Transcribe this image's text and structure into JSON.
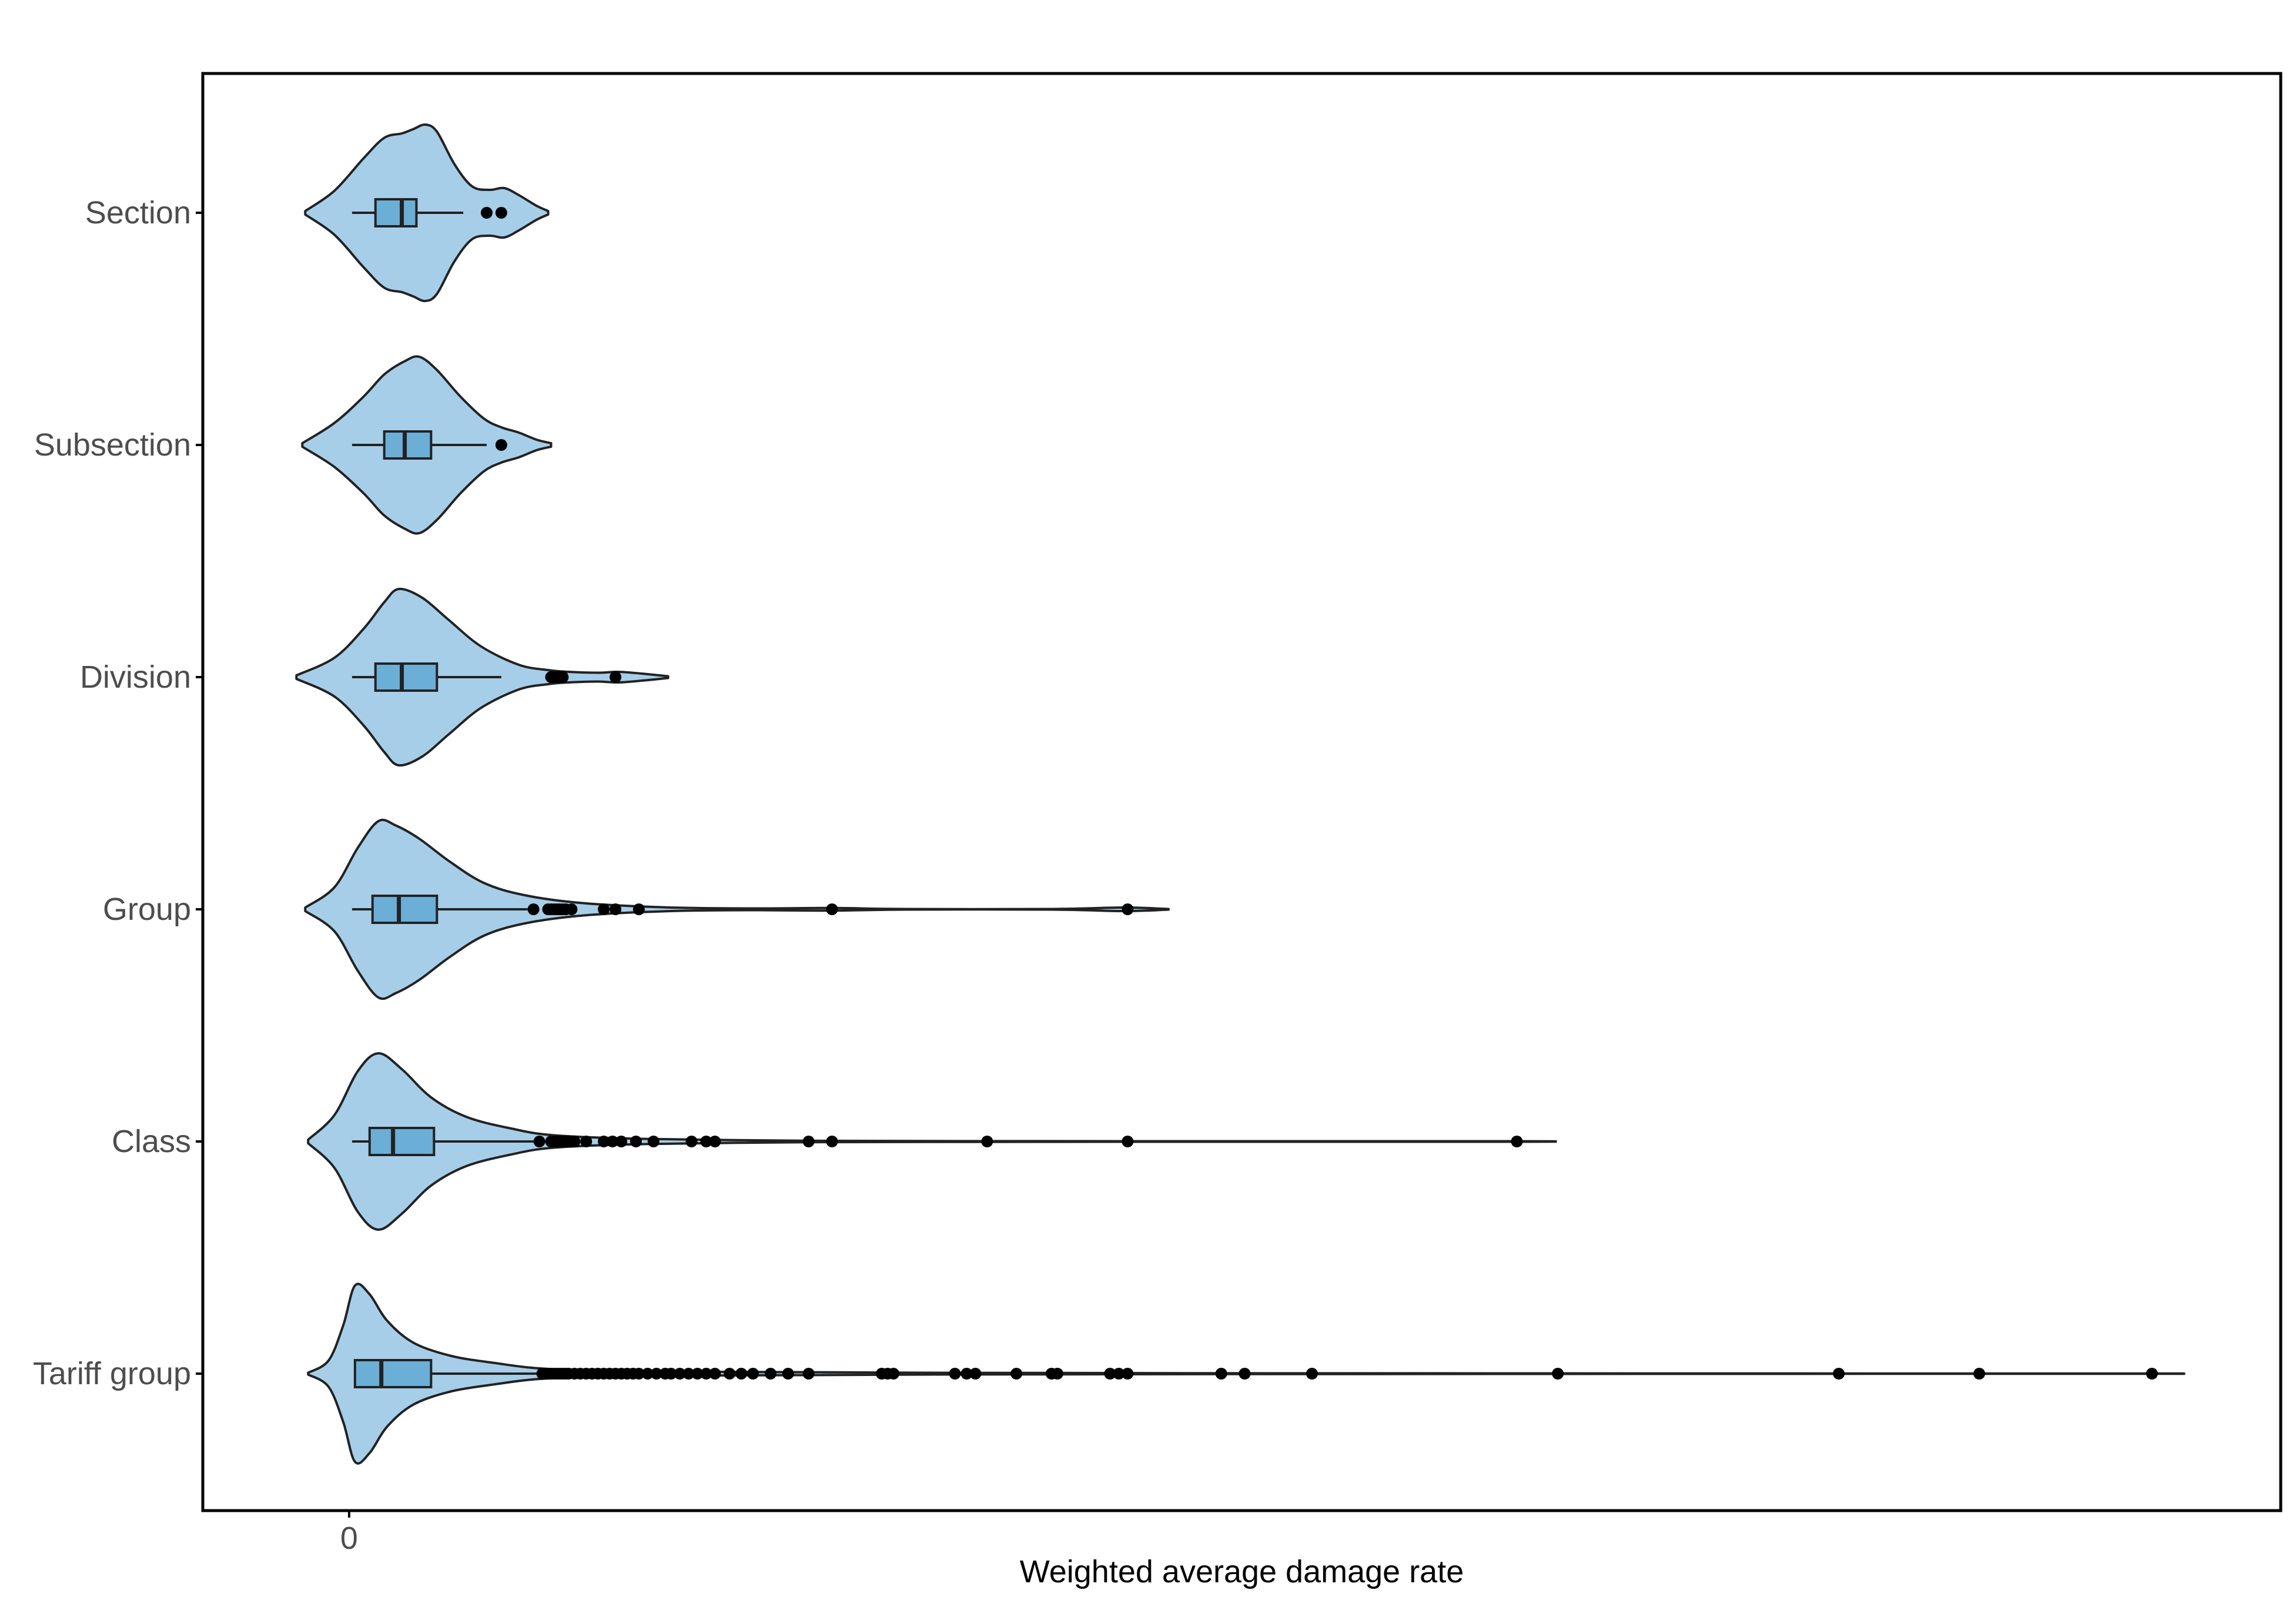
{
  "chart_data": {
    "type": "violin",
    "title": "",
    "xlabel": "Weighted average damage rate",
    "ylabel": "",
    "xlim": [
      -0.05,
      0.66
    ],
    "x_ticks": [
      {
        "value": 0,
        "label": "0"
      }
    ],
    "grid": false,
    "legend": "none",
    "colors": {
      "violin_fill": "#a6cee8",
      "box_fill": "#6baed6",
      "outline": "#222222",
      "point": "#000000",
      "frame": "#000000"
    },
    "categories": [
      "Section",
      "Subsection",
      "Division",
      "Group",
      "Class",
      "Tariff group"
    ],
    "series": [
      {
        "category": "Section",
        "whisker_min": 0.001,
        "q1": 0.009,
        "median": 0.018,
        "q3": 0.023,
        "whisker_max": 0.039,
        "range": [
          -0.015,
          0.068
        ],
        "density": [
          [
            -0.015,
            0.02
          ],
          [
            -0.005,
            0.25
          ],
          [
            0.005,
            0.62
          ],
          [
            0.012,
            0.85
          ],
          [
            0.018,
            0.9
          ],
          [
            0.022,
            0.95
          ],
          [
            0.026,
            1.0
          ],
          [
            0.03,
            0.92
          ],
          [
            0.036,
            0.55
          ],
          [
            0.042,
            0.3
          ],
          [
            0.048,
            0.26
          ],
          [
            0.053,
            0.28
          ],
          [
            0.058,
            0.2
          ],
          [
            0.064,
            0.08
          ],
          [
            0.068,
            0.02
          ]
        ],
        "outliers": [
          0.047,
          0.052
        ]
      },
      {
        "category": "Subsection",
        "whisker_min": 0.001,
        "q1": 0.012,
        "median": 0.019,
        "q3": 0.028,
        "whisker_max": 0.047,
        "range": [
          -0.016,
          0.069
        ],
        "density": [
          [
            -0.016,
            0.02
          ],
          [
            -0.005,
            0.25
          ],
          [
            0.005,
            0.55
          ],
          [
            0.012,
            0.8
          ],
          [
            0.019,
            0.95
          ],
          [
            0.024,
            1.0
          ],
          [
            0.03,
            0.85
          ],
          [
            0.038,
            0.55
          ],
          [
            0.046,
            0.3
          ],
          [
            0.052,
            0.2
          ],
          [
            0.058,
            0.14
          ],
          [
            0.064,
            0.06
          ],
          [
            0.069,
            0.02
          ]
        ],
        "outliers": [
          0.052
        ]
      },
      {
        "category": "Division",
        "whisker_min": 0.001,
        "q1": 0.009,
        "median": 0.018,
        "q3": 0.03,
        "whisker_max": 0.052,
        "range": [
          -0.018,
          0.109
        ],
        "density": [
          [
            -0.018,
            0.02
          ],
          [
            -0.005,
            0.22
          ],
          [
            0.005,
            0.55
          ],
          [
            0.012,
            0.85
          ],
          [
            0.017,
            1.0
          ],
          [
            0.025,
            0.9
          ],
          [
            0.034,
            0.65
          ],
          [
            0.045,
            0.35
          ],
          [
            0.058,
            0.14
          ],
          [
            0.068,
            0.08
          ],
          [
            0.075,
            0.06
          ],
          [
            0.085,
            0.05
          ],
          [
            0.092,
            0.06
          ],
          [
            0.1,
            0.04
          ],
          [
            0.109,
            0.01
          ]
        ],
        "outliers": [
          0.069,
          0.07,
          0.071,
          0.072,
          0.073,
          0.091
        ]
      },
      {
        "category": "Group",
        "whisker_min": 0.001,
        "q1": 0.008,
        "median": 0.017,
        "q3": 0.03,
        "whisker_max": 0.061,
        "range": [
          -0.015,
          0.28
        ],
        "density": [
          [
            -0.015,
            0.02
          ],
          [
            -0.005,
            0.25
          ],
          [
            0.003,
            0.7
          ],
          [
            0.01,
            1.0
          ],
          [
            0.016,
            0.95
          ],
          [
            0.024,
            0.8
          ],
          [
            0.034,
            0.55
          ],
          [
            0.046,
            0.3
          ],
          [
            0.06,
            0.16
          ],
          [
            0.08,
            0.07
          ],
          [
            0.11,
            0.02
          ],
          [
            0.14,
            0.01
          ],
          [
            0.165,
            0.015
          ],
          [
            0.19,
            0.003
          ],
          [
            0.24,
            0.003
          ],
          [
            0.265,
            0.02
          ],
          [
            0.28,
            0.003
          ]
        ],
        "outliers": [
          0.063,
          0.068,
          0.069,
          0.07,
          0.071,
          0.072,
          0.073,
          0.074,
          0.076,
          0.087,
          0.091,
          0.099,
          0.165,
          0.266
        ]
      },
      {
        "category": "Class",
        "whisker_min": 0.001,
        "q1": 0.007,
        "median": 0.015,
        "q3": 0.029,
        "whisker_max": 0.063,
        "range": [
          -0.014,
          0.412
        ],
        "density": [
          [
            -0.014,
            0.02
          ],
          [
            -0.005,
            0.3
          ],
          [
            0.003,
            0.8
          ],
          [
            0.01,
            1.0
          ],
          [
            0.018,
            0.82
          ],
          [
            0.028,
            0.5
          ],
          [
            0.04,
            0.28
          ],
          [
            0.055,
            0.15
          ],
          [
            0.07,
            0.07
          ],
          [
            0.1,
            0.03
          ],
          [
            0.15,
            0.01
          ],
          [
            0.2,
            0.005
          ],
          [
            0.3,
            0.003
          ],
          [
            0.4,
            0.003
          ],
          [
            0.412,
            0.001
          ]
        ],
        "outliers": [
          0.065,
          0.069,
          0.07,
          0.071,
          0.072,
          0.073,
          0.074,
          0.075,
          0.077,
          0.081,
          0.087,
          0.09,
          0.093,
          0.098,
          0.104,
          0.117,
          0.122,
          0.125,
          0.157,
          0.165,
          0.218,
          0.266,
          0.399
        ]
      },
      {
        "category": "Tariff group",
        "whisker_min": 0.002,
        "q1": 0.002,
        "median": 0.011,
        "q3": 0.028,
        "whisker_max": 0.065,
        "range": [
          -0.014,
          0.627
        ],
        "density": [
          [
            -0.014,
            0.01
          ],
          [
            -0.007,
            0.15
          ],
          [
            -0.002,
            0.55
          ],
          [
            0.002,
            1.0
          ],
          [
            0.007,
            0.9
          ],
          [
            0.013,
            0.6
          ],
          [
            0.022,
            0.35
          ],
          [
            0.035,
            0.2
          ],
          [
            0.05,
            0.12
          ],
          [
            0.065,
            0.06
          ],
          [
            0.09,
            0.03
          ],
          [
            0.13,
            0.02
          ],
          [
            0.2,
            0.01
          ],
          [
            0.3,
            0.005
          ],
          [
            0.45,
            0.003
          ],
          [
            0.627,
            0.001
          ]
        ],
        "outliers": [
          0.066,
          0.067,
          0.068,
          0.069,
          0.07,
          0.071,
          0.072,
          0.073,
          0.074,
          0.075,
          0.077,
          0.079,
          0.081,
          0.083,
          0.085,
          0.087,
          0.089,
          0.091,
          0.093,
          0.095,
          0.097,
          0.099,
          0.102,
          0.105,
          0.108,
          0.11,
          0.113,
          0.116,
          0.119,
          0.122,
          0.125,
          0.13,
          0.134,
          0.138,
          0.144,
          0.15,
          0.157,
          0.182,
          0.184,
          0.186,
          0.207,
          0.211,
          0.214,
          0.228,
          0.24,
          0.242,
          0.26,
          0.263,
          0.266,
          0.298,
          0.306,
          0.329,
          0.413,
          0.509,
          0.557,
          0.616
        ]
      }
    ]
  }
}
